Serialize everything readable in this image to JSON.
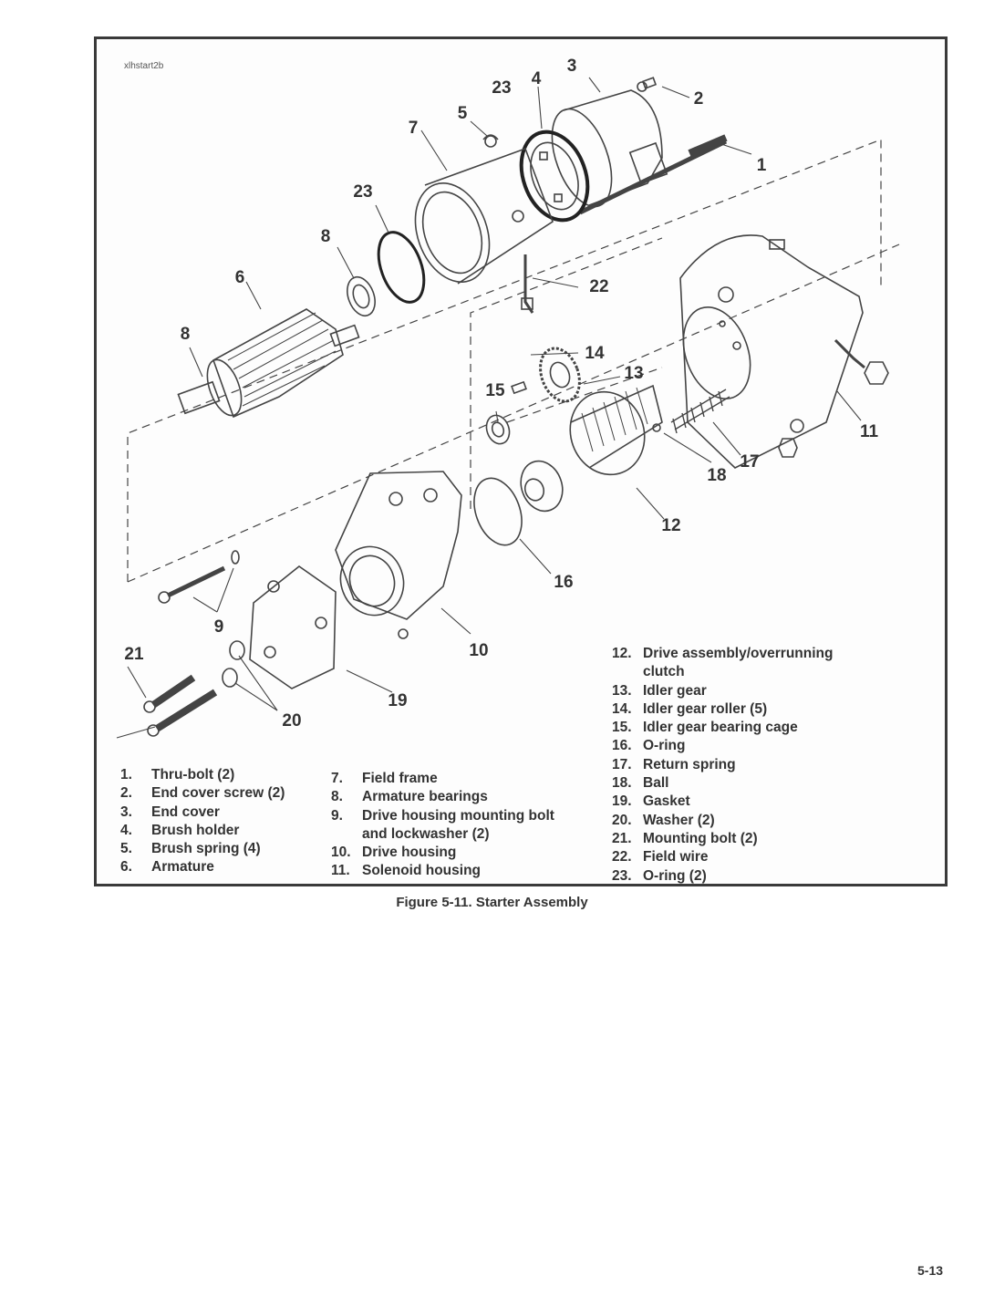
{
  "figure": {
    "code": "xlhstart2b",
    "caption": "Figure 5-11. Starter Assembly",
    "callouts": {
      "c1": "1",
      "c2": "2",
      "c3": "3",
      "c4": "4",
      "c5": "5",
      "c6": "6",
      "c7": "7",
      "c8a": "8",
      "c8b": "8",
      "c9": "9",
      "c10": "10",
      "c11": "11",
      "c12": "12",
      "c13": "13",
      "c14": "14",
      "c15": "15",
      "c16": "16",
      "c17": "17",
      "c18": "18",
      "c19": "19",
      "c20": "20",
      "c21": "21",
      "c22": "22",
      "c23a": "23",
      "c23b": "23"
    },
    "legend_col1": [
      {
        "num": "1.",
        "text": "Thru-bolt (2)"
      },
      {
        "num": "2.",
        "text": "End cover screw (2)"
      },
      {
        "num": "3.",
        "text": "End cover"
      },
      {
        "num": "4.",
        "text": "Brush holder"
      },
      {
        "num": "5.",
        "text": "Brush spring (4)"
      },
      {
        "num": "6.",
        "text": "Armature"
      }
    ],
    "legend_col2": [
      {
        "num": "7.",
        "text": "Field frame"
      },
      {
        "num": "8.",
        "text": "Armature bearings"
      },
      {
        "num": "9.",
        "text": "Drive housing mounting bolt and lockwasher (2)"
      },
      {
        "num": "10.",
        "text": "Drive housing"
      },
      {
        "num": "11.",
        "text": "Solenoid housing"
      }
    ],
    "legend_col3": [
      {
        "num": "12.",
        "text": "Drive assembly/overrunning clutch"
      },
      {
        "num": "13.",
        "text": "Idler gear"
      },
      {
        "num": "14.",
        "text": "Idler gear roller (5)"
      },
      {
        "num": "15.",
        "text": "Idler gear bearing cage"
      },
      {
        "num": "16.",
        "text": "O-ring"
      },
      {
        "num": "17.",
        "text": "Return spring"
      },
      {
        "num": "18.",
        "text": "Ball"
      },
      {
        "num": "19.",
        "text": "Gasket"
      },
      {
        "num": "20.",
        "text": "Washer (2)"
      },
      {
        "num": "21.",
        "text": "Mounting bolt (2)"
      },
      {
        "num": "22.",
        "text": "Field wire"
      },
      {
        "num": "23.",
        "text": "O-ring (2)"
      }
    ]
  },
  "page": {
    "number": "5-13"
  }
}
